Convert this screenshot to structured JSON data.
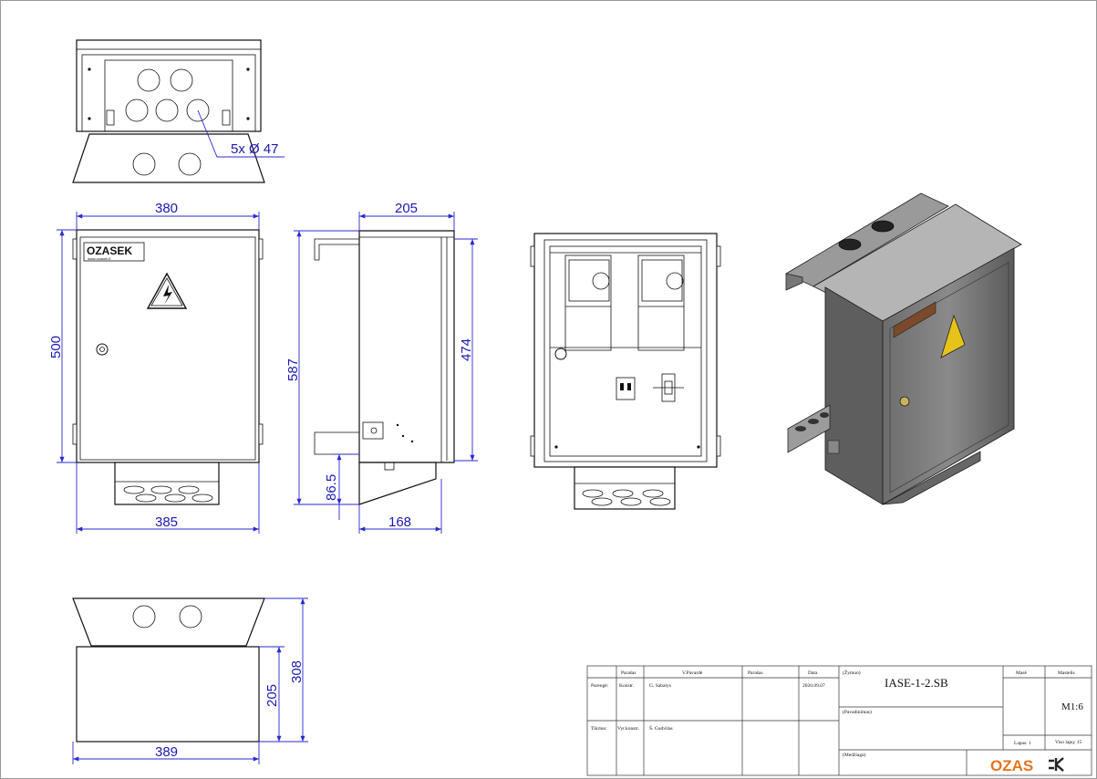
{
  "drawing": {
    "top_view": {
      "hole_callout": "5x Ø 47"
    },
    "front_view": {
      "width_top": "380",
      "width_bottom": "385",
      "height": "500",
      "logo_text": "OZASEK",
      "logo_subtext": "www.ozasek.lt"
    },
    "side_view": {
      "depth_top": "205",
      "depth_bottom": "168",
      "overall_height": "587",
      "body_height": "474",
      "bracket_height": "86.5"
    },
    "bottom_view": {
      "width": "389",
      "height_outer": "308",
      "height_inner": "205"
    },
    "colors": {
      "dimension": "#1a1ab4",
      "logo_orange": "#e8731c",
      "warning_yellow": "#e6c21a"
    }
  },
  "title_block": {
    "headers": {
      "parasas": "Parašas",
      "pavarde": "V.Pavardė",
      "parasas2": "Parašas",
      "data": "Data"
    },
    "rows": [
      {
        "role": "Parengė:",
        "position": "Konstr.",
        "name": "G. Sabalys",
        "date": "2020.09.07"
      },
      {
        "role": "Tikrino:",
        "position": "Vyr.konstr.",
        "name": "Š. Gudvilas",
        "date": ""
      }
    ],
    "zymuo_label": "(Žymuo)",
    "zymuo_value": "IASE-1-2.SB",
    "pavadinimas_label": "(Pavadinimas)",
    "medziaga_label": "(Medžiaga)",
    "mase_label": "Masė",
    "mastelis_label": "Mastelis",
    "scale_value": "M1:6",
    "sheet_label": "Lapas: 1",
    "total_sheets_label": "Viso lapų: 15",
    "brand": "OZAS"
  }
}
